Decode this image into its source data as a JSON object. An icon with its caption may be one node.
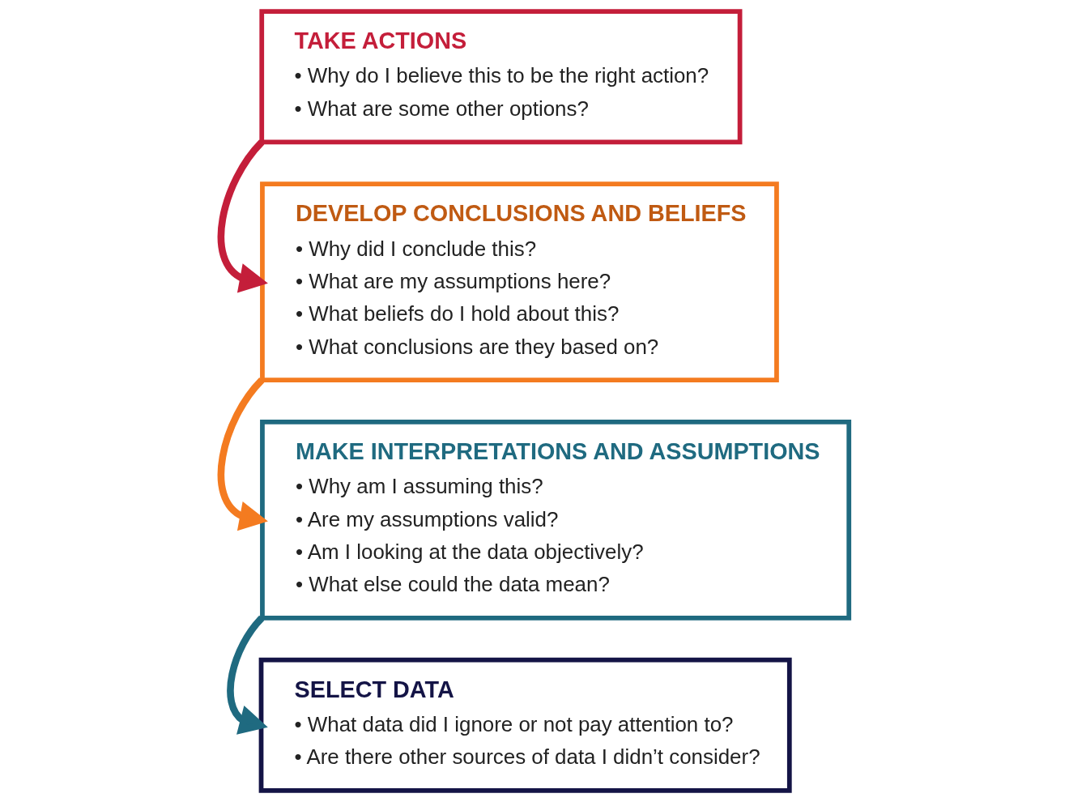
{
  "diagram": {
    "nodes": [
      {
        "text": [
          "TAKE ACTIONS",
          "• Why do I believe this to be the right action?",
          "• What are some other options?"
        ]
      },
      {
        "text": [
          "DEVELOP CONCLUSIONS AND BELIEFS",
          "• Why did I conclude this?",
          "• What are my assumptions here?",
          "• What beliefs do I hold about this?",
          "• What conclusions are they based on?"
        ]
      },
      {
        "text": [
          "MAKE INTERPRETATIONS AND ASSUMPTIONS",
          "• Why am I assuming this?",
          "• Are my assumptions valid?",
          "• Am I looking at the data objectively?",
          "• What else could the data mean?"
        ]
      },
      {
        "text": [
          "SELECT DATA",
          "• What data did I ignore or not pay attention to?",
          "• Are there other sources of data I didn’t consider?"
        ]
      }
    ],
    "edges": [
      {
        "from": 0,
        "to": 1,
        "arrow": "to",
        "color": "#c41e3a"
      },
      {
        "from": 1,
        "to": 2,
        "arrow": "to",
        "color": "#f47b20"
      },
      {
        "from": 2,
        "to": 3,
        "arrow": "to",
        "color": "#1f6a80"
      }
    ]
  }
}
